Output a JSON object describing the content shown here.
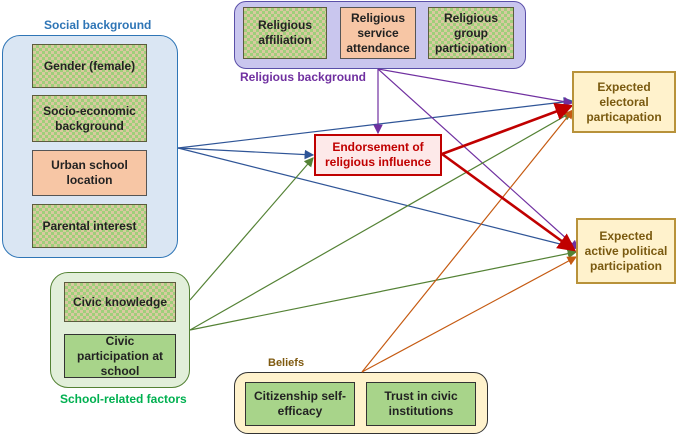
{
  "groups": {
    "social": {
      "label": "Social background",
      "color": "#2e75b6"
    },
    "religious": {
      "label": "Religious background",
      "color": "#7030a0"
    },
    "school": {
      "label": "School-related factors",
      "color": "#00b050"
    },
    "beliefs": {
      "label": "Beliefs",
      "color": "#7f5a10"
    }
  },
  "boxes": {
    "gender": "Gender (female)",
    "ses": "Socio-economic background",
    "urban": "Urban school location",
    "parental": "Parental interest",
    "affiliation": "Religious affiliation",
    "attendance": "Religious service attendance",
    "group_participation": "Religious group participation",
    "civic_knowledge": "Civic knowledge",
    "civic_participation": "Civic participation at school",
    "self_efficacy": "Citizenship self-efficacy",
    "trust": "Trust in civic institutions",
    "endorsement": "Endorsement of religious influence",
    "electoral": "Expected electoral particapation",
    "active": "Expected active political participation"
  },
  "colors": {
    "social_arrow": "#2f5597",
    "religious_arrow": "#7030a0",
    "school_arrow": "#548235",
    "beliefs_arrow": "#c55a11",
    "endorsement_arrow": "#c00000"
  }
}
